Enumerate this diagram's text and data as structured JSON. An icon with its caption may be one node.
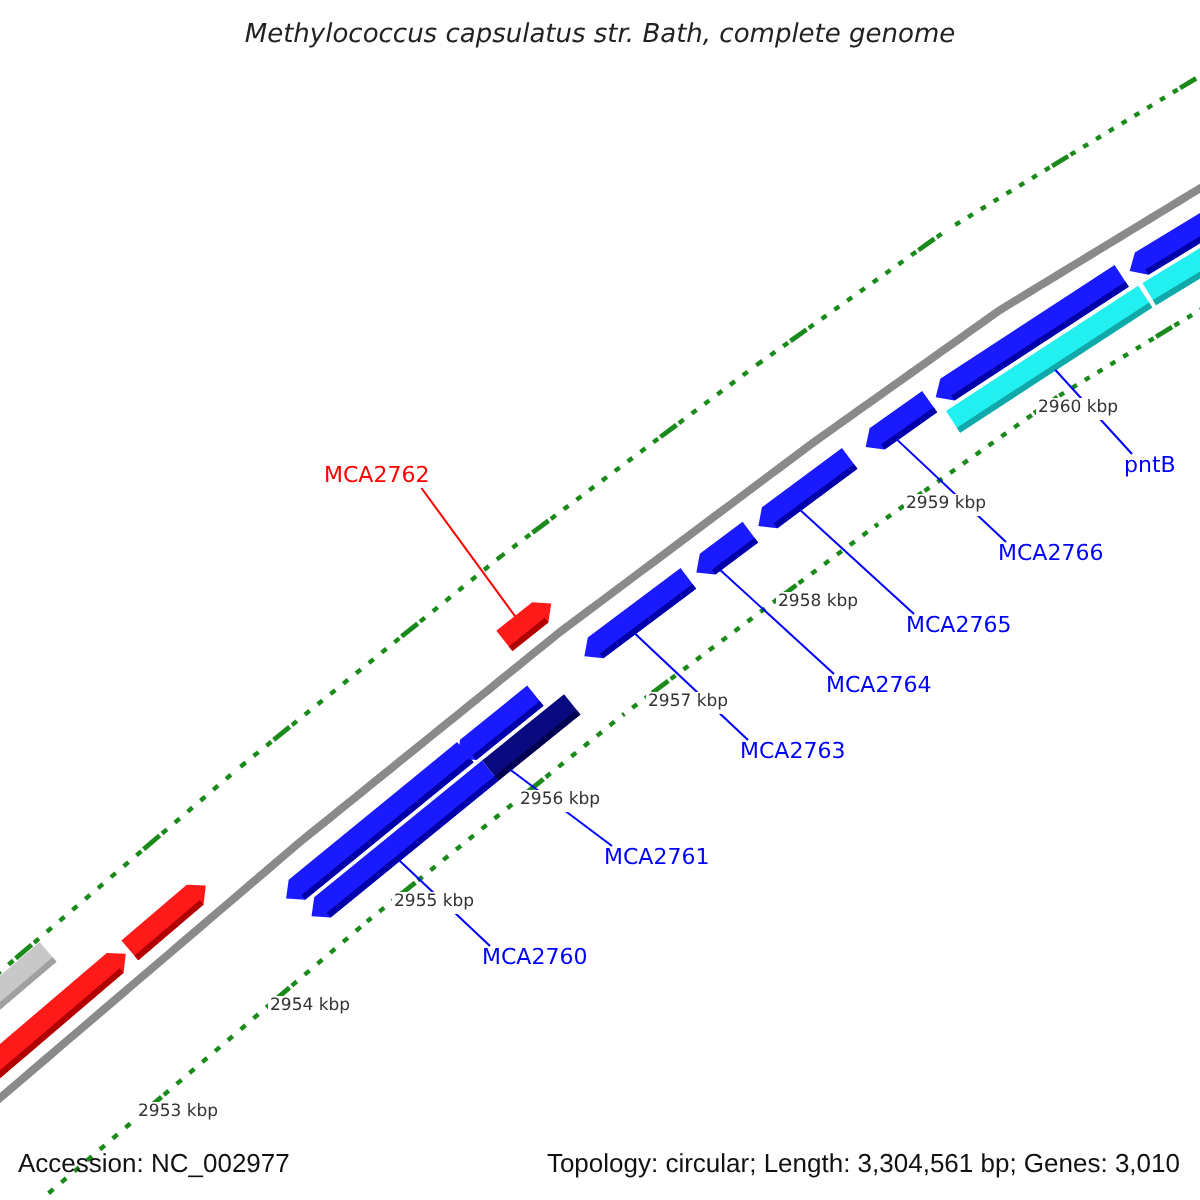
{
  "diagram": {
    "title": "Methylococcus capsulatus str. Bath, complete genome",
    "nodes": [
      {
        "text": [
          "pntB"
        ]
      },
      {
        "text": [
          "MCA2762"
        ]
      },
      {
        "text": [
          "MCA2766"
        ]
      },
      {
        "text": [
          "MCA2765"
        ]
      },
      {
        "text": [
          "MCA2764"
        ]
      },
      {
        "text": [
          "MCA2763"
        ]
      },
      {
        "text": [
          "MCA2761"
        ]
      },
      {
        "text": [
          "MCA2760"
        ]
      },
      {
        "text": [],
        "shape": "bar"
      },
      {
        "text": [],
        "shape": "bar"
      },
      {
        "text": [],
        "shape": "bar"
      },
      {
        "text": [],
        "shape": "bar"
      },
      {
        "text": [],
        "shape": "bar"
      },
      {
        "text": [],
        "shape": "bar"
      },
      {
        "text": [],
        "shape": "bar"
      },
      {
        "text": [],
        "shape": "bar"
      }
    ],
    "edges": [
      {
        "from": 0,
        "to": 15,
        "arrow": "none"
      },
      {
        "from": 1,
        "to": 10,
        "arrow": "none",
        "color": "#ff0000"
      },
      {
        "from": 2,
        "to": 14,
        "arrow": "none"
      },
      {
        "from": 3,
        "to": 13,
        "arrow": "none"
      },
      {
        "from": 4,
        "to": 12,
        "arrow": "none"
      },
      {
        "from": 5,
        "to": 11,
        "arrow": "none"
      },
      {
        "from": 6,
        "to": 9,
        "arrow": "none"
      },
      {
        "from": 7,
        "to": 8,
        "arrow": "none"
      }
    ],
    "labels": [
      "2960 kbp",
      "2959 kbp",
      "2958 kbp",
      "2957 kbp",
      "2956 kbp",
      "2955 kbp",
      "2954 kbp",
      "2953 kbp",
      "Accession: NC_002977",
      "Topology: circular; Length: 3,304,561 bp; Genes: 3,010"
    ]
  }
}
